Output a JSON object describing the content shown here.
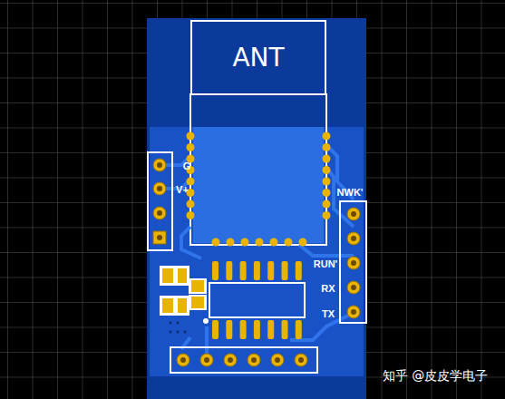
{
  "diagram": {
    "nodes": [
      {
        "text": [
          "ANT"
        ]
      }
    ],
    "labels": [
      "G",
      "V+",
      "NWK'",
      "RUN'",
      "RX",
      "TX",
      "知乎 @皮皮学电子"
    ]
  }
}
